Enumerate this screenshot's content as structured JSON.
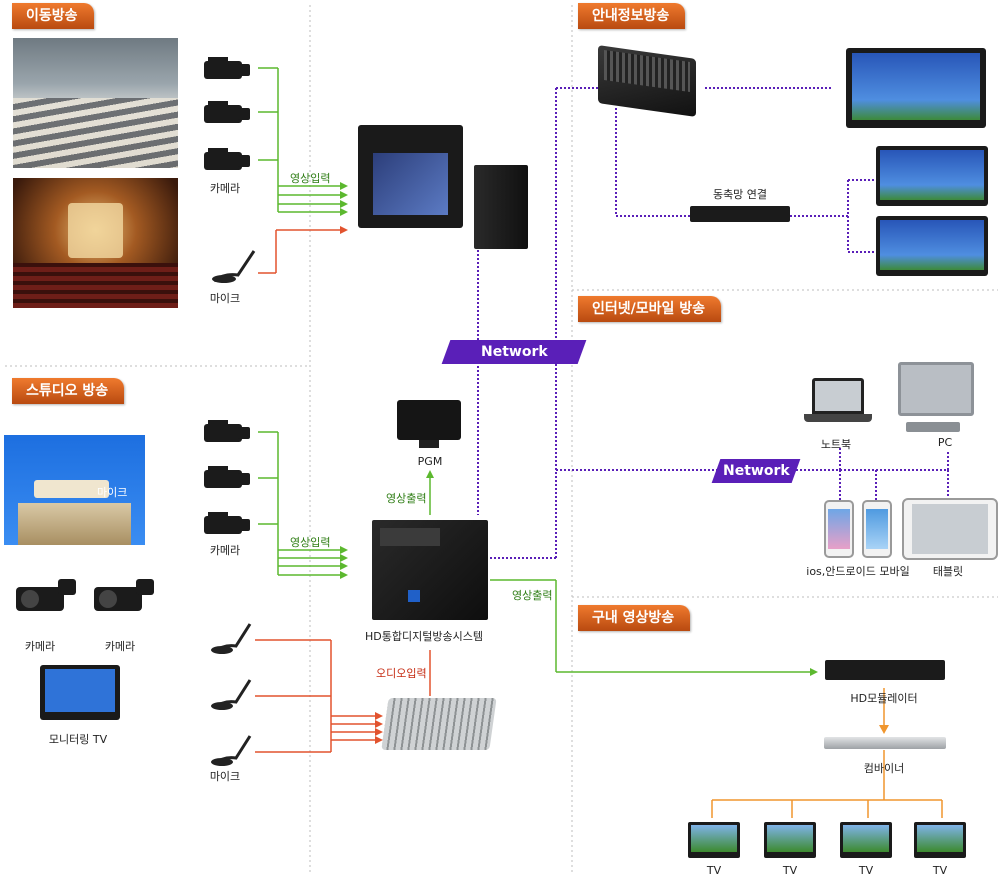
{
  "sections": {
    "mobile": "이동방송",
    "studio": "스튜디오 방송",
    "info": "안내정보방송",
    "internet": "인터넷/모바일 방송",
    "inhouse": "구내 영상방송"
  },
  "network_labels": [
    "Network",
    "Network"
  ],
  "labels": {
    "camera_top": "카메라",
    "mic_top": "마이크",
    "video_in_top": "영상입력",
    "video_in_studio": "영상입력",
    "camera_studio": "카메라",
    "mic_studio": "마이크",
    "studio_mic_overlay": "마이크",
    "cam_left": "카메라",
    "cam_right": "카메라",
    "monitor_tv": "모니터링 TV",
    "pgm": "PGM",
    "video_out_up": "영상출력",
    "video_out_right": "영상출력",
    "hd_system": "HD통합디지털방송시스템",
    "audio_in": "오디오입력",
    "coax": "동축망 연결",
    "laptop": "노트북",
    "pc": "PC",
    "phones": "ios,안드로이드 모바일",
    "tablet": "태블릿",
    "hd_modulator": "HD모듈레이터",
    "combiner": "컴바이너",
    "tv": [
      "TV",
      "TV",
      "TV",
      "TV"
    ]
  },
  "colors": {
    "video": "#5cb82f",
    "audio": "#e2532e",
    "network": "#5a1fb8",
    "catv": "#f0962e",
    "tag": "#d2601e"
  }
}
